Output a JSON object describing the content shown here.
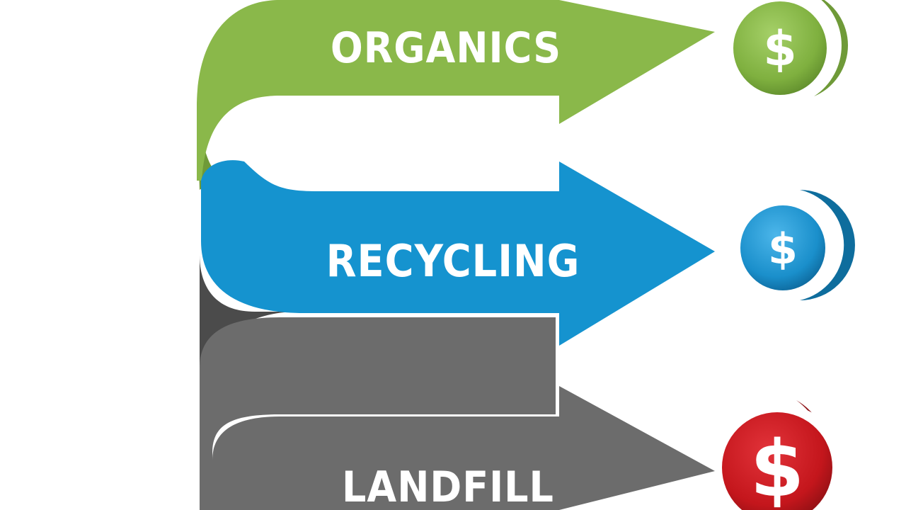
{
  "streams": [
    {
      "id": "organics",
      "label": "ORGANICS",
      "color": "#8ab84a",
      "shade": "#6f9a38",
      "coin_symbol": "$"
    },
    {
      "id": "recycling",
      "label": "RECYCLING",
      "color": "#1593cf",
      "shade": "#0e6d9d",
      "coin_symbol": "$"
    },
    {
      "id": "landfill",
      "label": "LANDFILL",
      "color": "#6c6c6c",
      "shade": "#4a4a4a",
      "coin_symbol": "$",
      "coin_color": "#c4161c",
      "coin_shade": "#8e1216"
    }
  ]
}
